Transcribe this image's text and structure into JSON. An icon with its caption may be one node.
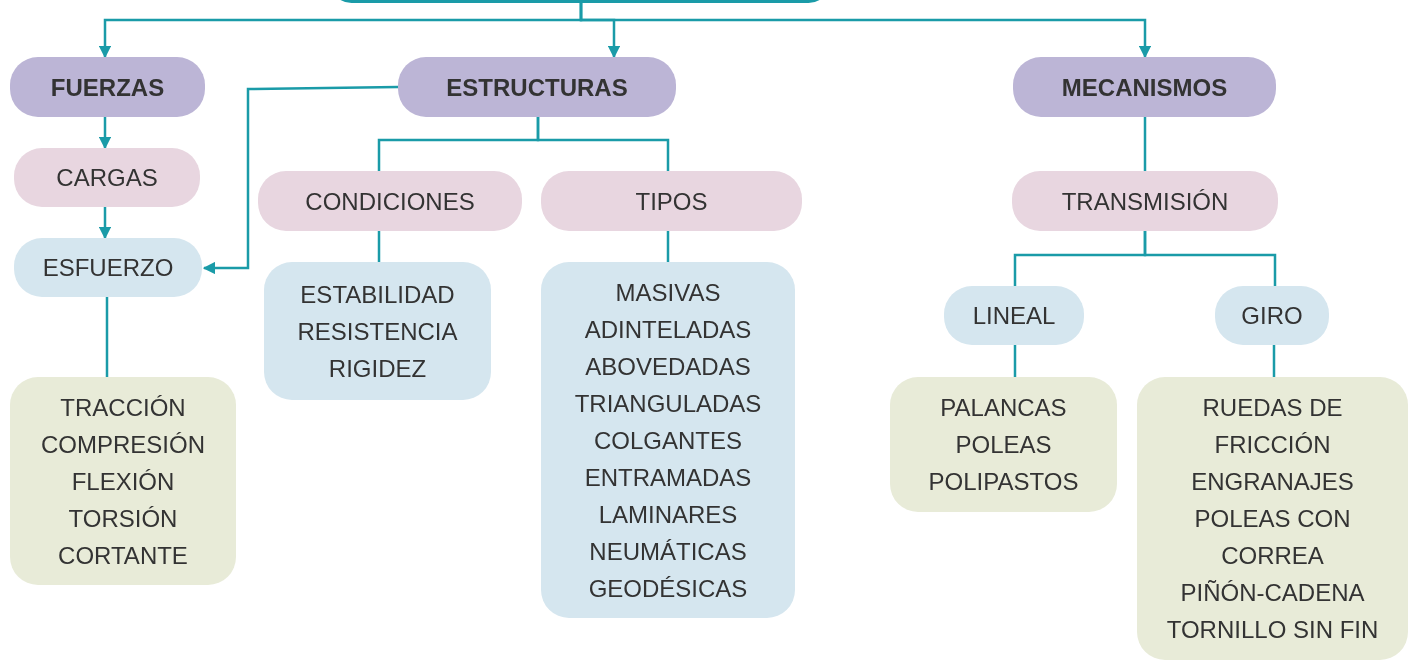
{
  "diagram": {
    "nodes": [
      {
        "text": [],
        "shape": "box"
      },
      {
        "text": [
          "FUERZAS"
        ]
      },
      {
        "text": [
          "ESTRUCTURAS"
        ]
      },
      {
        "text": [
          "MECANISMOS"
        ]
      },
      {
        "text": [
          "CARGAS"
        ]
      },
      {
        "text": [
          "ESFUERZO"
        ]
      },
      {
        "text": [
          "TRACCIÓN",
          "COMPRESIÓN",
          "FLEXIÓN",
          "TORSIÓN",
          "CORTANTE"
        ]
      },
      {
        "text": [
          "CONDICIONES"
        ]
      },
      {
        "text": [
          "TIPOS"
        ]
      },
      {
        "text": [
          "ESTABILIDAD",
          "RESISTENCIA",
          "RIGIDEZ"
        ]
      },
      {
        "text": [
          "MASIVAS",
          "ADINTELADAS",
          "ABOVEDADAS",
          "TRIANGULADAS",
          "COLGANTES",
          "ENTRAMADAS",
          "LAMINARES",
          "NEUMÁTICAS",
          "GEODÉSICAS"
        ]
      },
      {
        "text": [
          "TRANSMISIÓN"
        ]
      },
      {
        "text": [
          "LINEAL"
        ]
      },
      {
        "text": [
          "GIRO"
        ]
      },
      {
        "text": [
          "PALANCAS",
          "POLEAS",
          "POLIPASTOS"
        ]
      },
      {
        "text": [
          "RUEDAS DE FRICCIÓN",
          "ENGRANAJES",
          "POLEAS CON CORREA",
          "PIÑÓN-CADENA",
          "TORNILLO SIN FIN"
        ]
      }
    ],
    "edges": [
      {
        "from": 0,
        "to": 1,
        "arrow": "to"
      },
      {
        "from": 0,
        "to": 2,
        "arrow": "to"
      },
      {
        "from": 0,
        "to": 3,
        "arrow": "to"
      },
      {
        "from": 1,
        "to": 4,
        "arrow": "to"
      },
      {
        "from": 4,
        "to": 5,
        "arrow": "to"
      },
      {
        "from": 2,
        "to": 5,
        "arrow": "to"
      },
      {
        "from": 2,
        "to": 7,
        "arrow": "none"
      },
      {
        "from": 2,
        "to": 8,
        "arrow": "none"
      },
      {
        "from": 5,
        "to": 6,
        "arrow": "none"
      },
      {
        "from": 7,
        "to": 9,
        "arrow": "none"
      },
      {
        "from": 8,
        "to": 10,
        "arrow": "none"
      },
      {
        "from": 3,
        "to": 11,
        "arrow": "none"
      },
      {
        "from": 11,
        "to": 12,
        "arrow": "none"
      },
      {
        "from": 11,
        "to": 13,
        "arrow": "none"
      },
      {
        "from": 12,
        "to": 14,
        "arrow": "none"
      },
      {
        "from": 13,
        "to": 15,
        "arrow": "none"
      }
    ]
  }
}
